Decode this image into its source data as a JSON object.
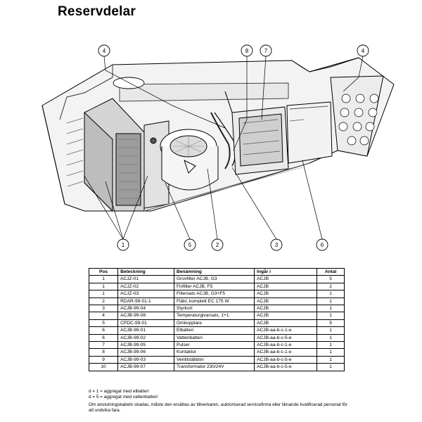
{
  "title": "Reservdelar",
  "callouts": [
    "1",
    "2",
    "3",
    "4",
    "5",
    "6",
    "7",
    "8"
  ],
  "table": {
    "headers": [
      "Pos",
      "Beteckning",
      "Benämning",
      "Ingår i",
      "Antal"
    ],
    "rows": [
      [
        "1",
        "ACJZ-01",
        "Grovfilter ACJB, G3",
        "ACJB",
        "5"
      ],
      [
        "1",
        "ACJZ-02",
        "Finfilter ACJB, F5",
        "ACJB",
        "2"
      ],
      [
        "1",
        "ACJZ-03",
        "Filtersats ACJB, G3+F5",
        "ACJB",
        "1"
      ],
      [
        "2",
        "RDAR-99-01-1",
        "Fläkt, komplett EC 175 W",
        "ACJB",
        "1"
      ],
      [
        "3",
        "ACJB-99-04",
        "Styrkort",
        "ACJB",
        "1"
      ],
      [
        "4",
        "ACJB-99-08",
        "Temperaturgivarsats, 1+1",
        "ACJB",
        "1"
      ],
      [
        "5",
        "CPDC-99-01",
        "Omkopplare",
        "ACJB",
        "5"
      ],
      [
        "6",
        "ACJB-99-01",
        "Elbatteri",
        "ACJB-aa-b-c-1-e",
        "1"
      ],
      [
        "6",
        "ACJB-99-02",
        "Vattenbatteri",
        "ACJB-aa-b-c-5-e",
        "1"
      ],
      [
        "7",
        "ACJB-99-05",
        "Pulser",
        "ACJB-aa-b-c-1-e",
        "1"
      ],
      [
        "8",
        "ACJB-99-06",
        "Kontaktor",
        "ACJB-aa-b-c-1-e",
        "1"
      ],
      [
        "9",
        "ACJB-99-03",
        "Ventilställdon",
        "ACJB-aa-b-c-5-e",
        "1"
      ],
      [
        "10",
        "ACJB-99-07",
        "Transformator 230/24V",
        "ACJB-aa-b-c-5-e",
        "1"
      ]
    ]
  },
  "notes": {
    "line1": "d = 1 = aggregat med elbatteri",
    "line2": "d = 5 = aggregat med vattenbatteri",
    "warning": "Om anslutningskabeln skadas, måste den ersättas av tillverkaren, auktoriserad servicefirma eller liknande kvalificerad personal för att undvika fara."
  }
}
